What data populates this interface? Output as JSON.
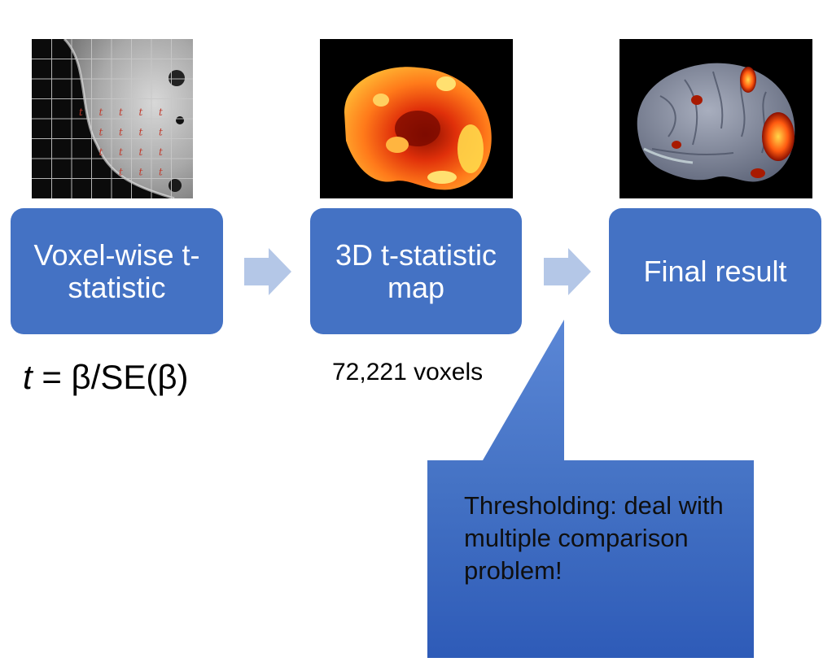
{
  "steps": [
    {
      "label": "Voxel-wise t-statistic"
    },
    {
      "label": "3D t-statistic map"
    },
    {
      "label": "Final result"
    }
  ],
  "formula": {
    "t": "t",
    "rest": " = β/SE(β)"
  },
  "voxel_count": "72,221 voxels",
  "callout": {
    "text": "Thresholding: deal with multiple comparison problem!"
  },
  "voxel_grid_label": "t",
  "colors": {
    "box": "#4472c4",
    "arrow": "#b4c7e7",
    "callout_top": "#4472c4",
    "callout_bottom": "#2e5bb8",
    "grid_label": "#c0392b"
  }
}
